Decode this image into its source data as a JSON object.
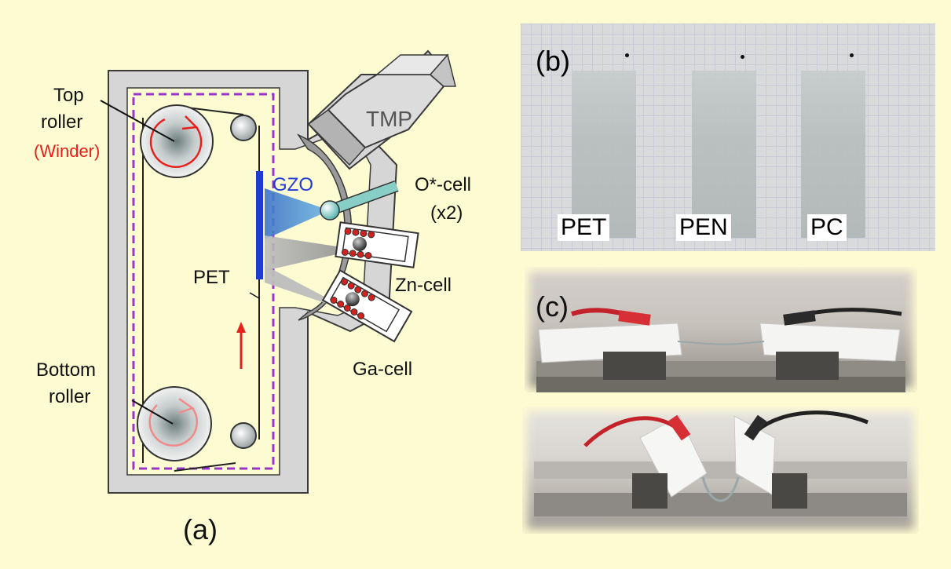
{
  "panel_a": {
    "letter": "(a)",
    "top_roller": [
      "Top",
      "roller"
    ],
    "winder": "(Winder)",
    "bottom_roller": [
      "Bottom",
      "roller"
    ],
    "pet": "PET",
    "gzo": "GZO",
    "tmp": "TMP",
    "o_cell": [
      "O*-cell",
      "(x2)"
    ],
    "zn_cell": "Zn-cell",
    "ga_cell": "Ga-cell"
  },
  "panel_b": {
    "letter": "(b)",
    "samples": [
      "PET",
      "PEN",
      "PC"
    ]
  },
  "panel_c": {
    "letter": "(c)"
  },
  "colors": {
    "background": "#fdfbd2",
    "chamber": "#d6d6d6",
    "gzo_blue": "#1f3bd6",
    "winder_red": "#e8201c",
    "dashed_purple": "#9b35c9"
  }
}
